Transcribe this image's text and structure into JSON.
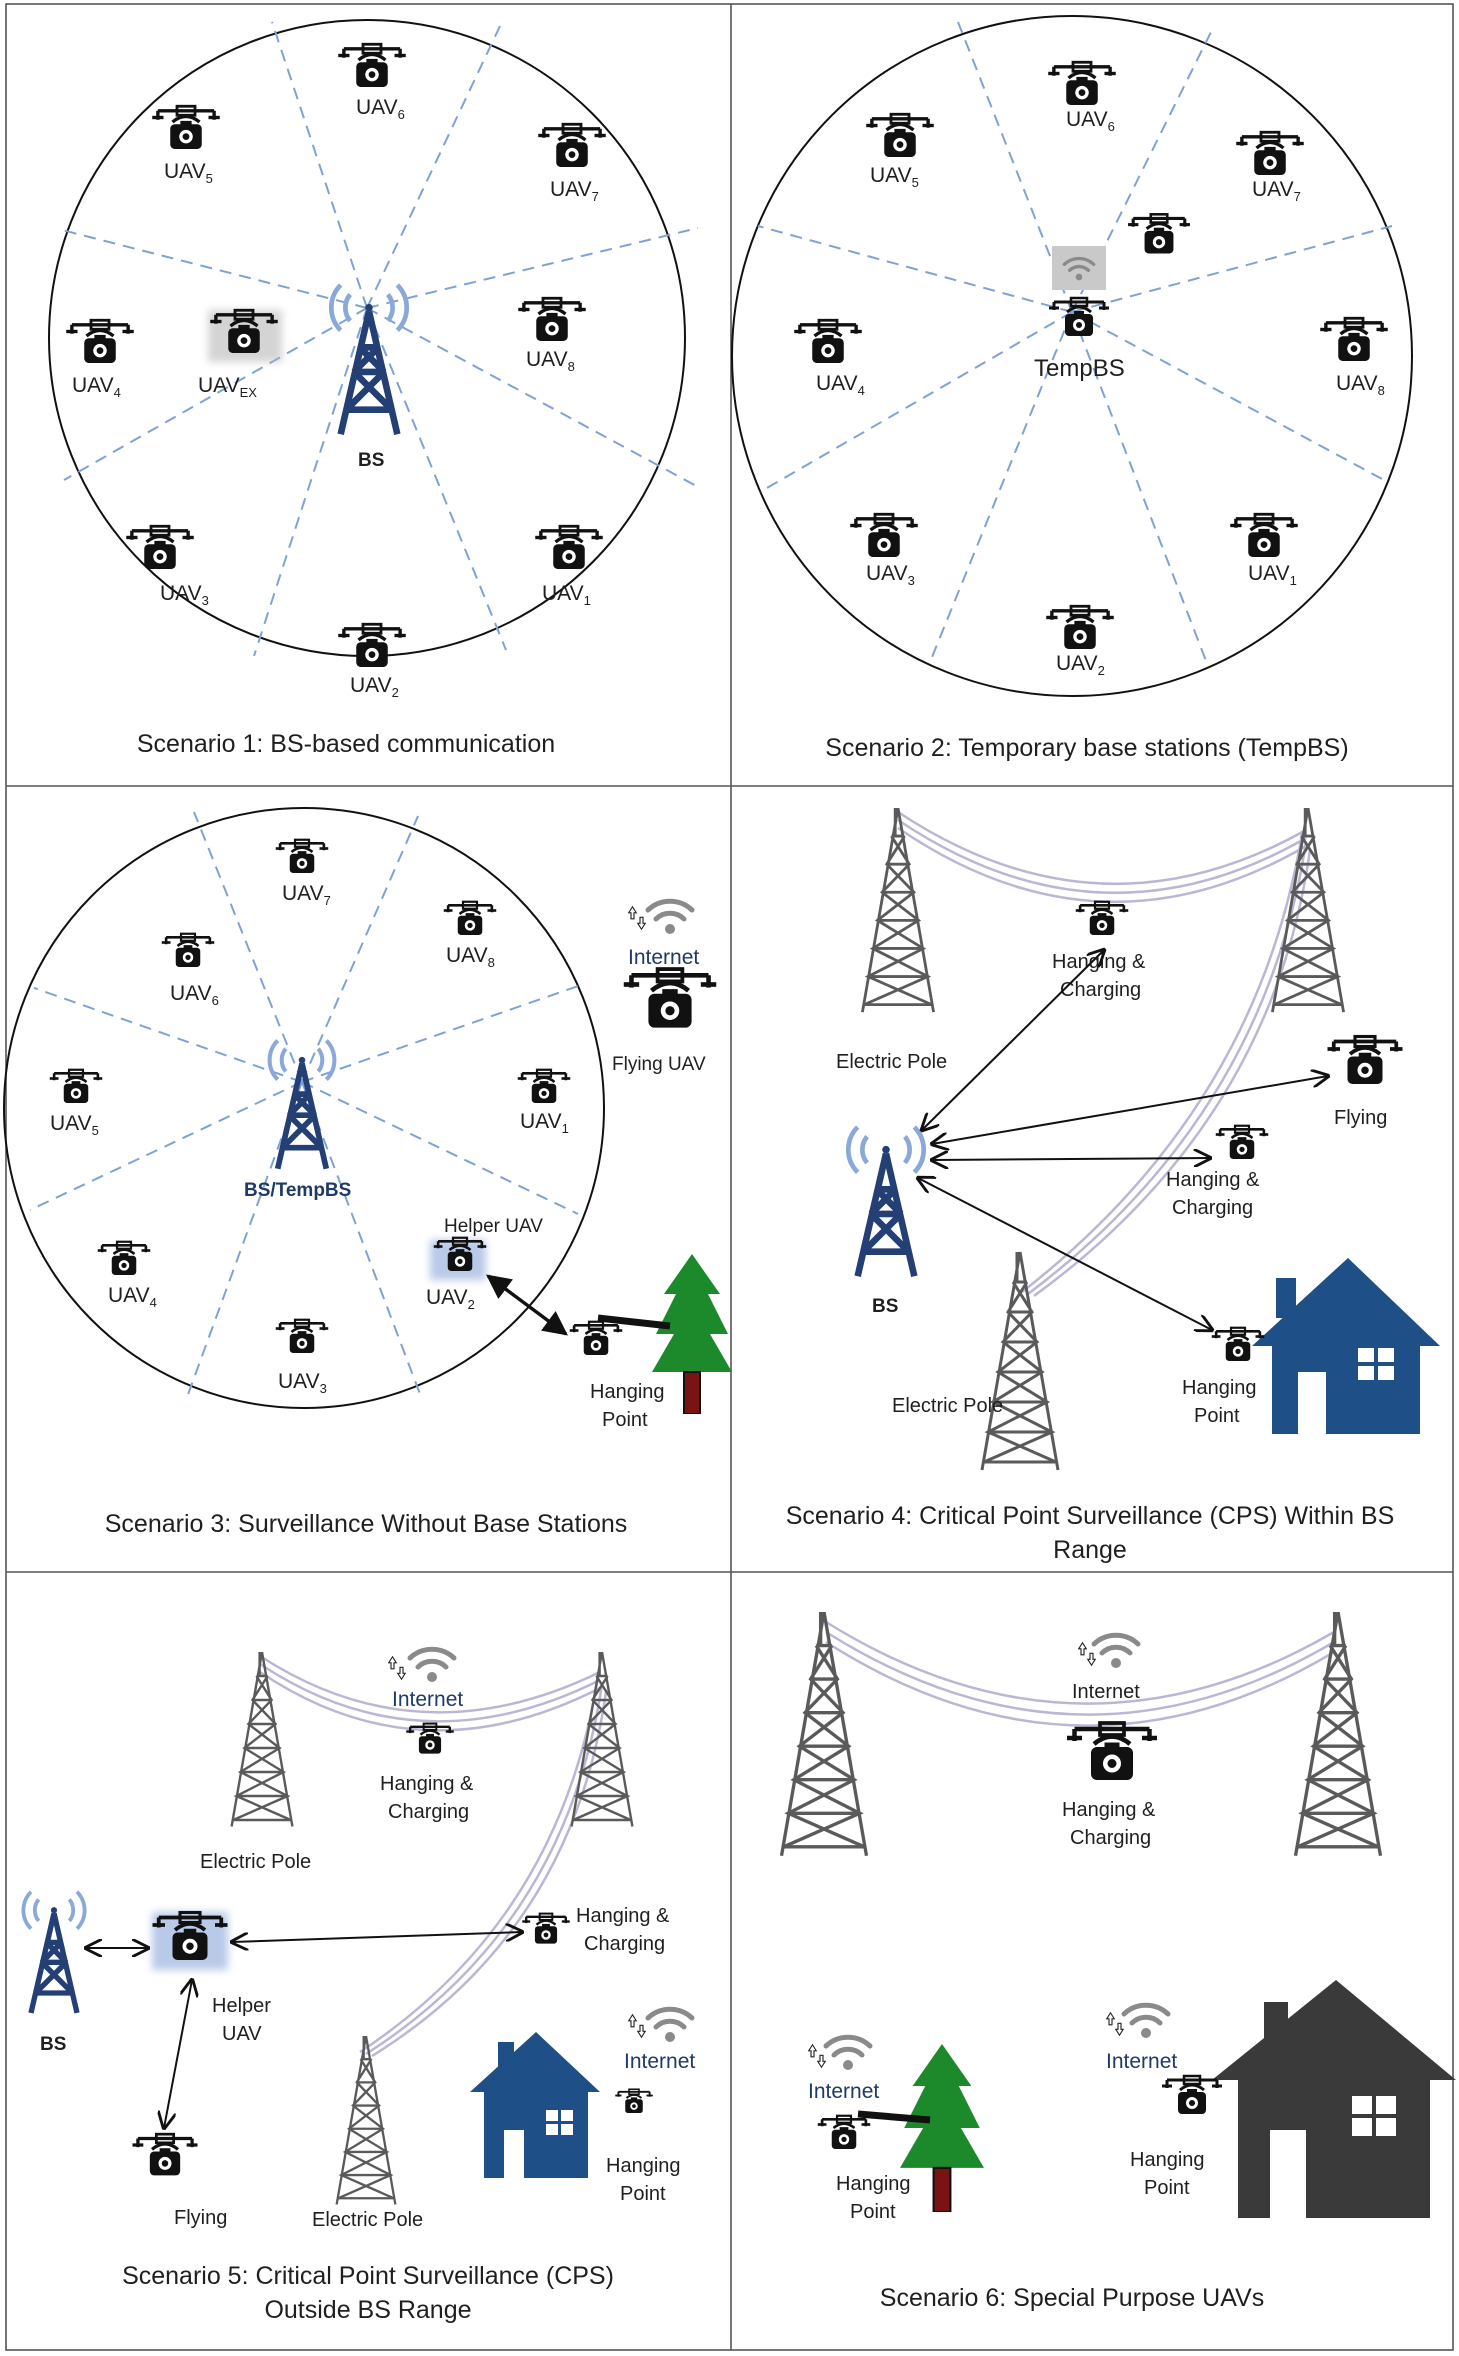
{
  "panels": {
    "s1": {
      "caption": "Scenario 1: BS-based communication",
      "bs_label": "BS",
      "uavs": [
        {
          "main": "UAV",
          "sub": "1"
        },
        {
          "main": "UAV",
          "sub": "2"
        },
        {
          "main": "UAV",
          "sub": "3"
        },
        {
          "main": "UAV",
          "sub": "4"
        },
        {
          "main": "UAV",
          "sub": "5"
        },
        {
          "main": "UAV",
          "sub": "6"
        },
        {
          "main": "UAV",
          "sub": "7"
        },
        {
          "main": "UAV",
          "sub": "8"
        },
        {
          "main": "UAV",
          "sub": "EX"
        }
      ]
    },
    "s2": {
      "caption": "Scenario 2: Temporary base stations (TempBS)",
      "tempbs_label": "TempBS",
      "uavs": [
        {
          "main": "UAV",
          "sub": "1"
        },
        {
          "main": "UAV",
          "sub": "2"
        },
        {
          "main": "UAV",
          "sub": "3"
        },
        {
          "main": "UAV",
          "sub": "4"
        },
        {
          "main": "UAV",
          "sub": "5"
        },
        {
          "main": "UAV",
          "sub": "6"
        },
        {
          "main": "UAV",
          "sub": "7"
        },
        {
          "main": "UAV",
          "sub": "8"
        }
      ]
    },
    "s3": {
      "caption": "Scenario 3: Surveillance Without Base Stations",
      "bs_label": "BS/TempBS",
      "helper_label": "Helper UAV",
      "internet_label": "Internet",
      "flying_label": "Flying UAV",
      "hanging_line1": "Hanging",
      "hanging_line2": "Point",
      "uavs": [
        {
          "main": "UAV",
          "sub": "1"
        },
        {
          "main": "UAV",
          "sub": "2"
        },
        {
          "main": "UAV",
          "sub": "3"
        },
        {
          "main": "UAV",
          "sub": "4"
        },
        {
          "main": "UAV",
          "sub": "5"
        },
        {
          "main": "UAV",
          "sub": "6"
        },
        {
          "main": "UAV",
          "sub": "7"
        },
        {
          "main": "UAV",
          "sub": "8"
        }
      ]
    },
    "s4": {
      "caption_line1": "Scenario 4: Critical Point Surveillance (CPS) Within BS",
      "caption_line2": "Range",
      "bs_label": "BS",
      "pole_label": "Electric Pole",
      "hc_line1": "Hanging &",
      "hc_line2": "Charging",
      "flying_label": "Flying",
      "hp_line1": "Hanging",
      "hp_line2": "Point"
    },
    "s5": {
      "caption_line1": "Scenario 5: Critical Point Surveillance (CPS)",
      "caption_line2": "Outside BS Range",
      "bs_label": "BS",
      "internet_label": "Internet",
      "hc_line1": "Hanging &",
      "hc_line2": "Charging",
      "pole_label": "Electric Pole",
      "helper_line1": "Helper",
      "helper_line2": "UAV",
      "flying_label": "Flying",
      "hp_line1": "Hanging",
      "hp_line2": "Point"
    },
    "s6": {
      "caption": "Scenario 6: Special Purpose UAVs",
      "internet_label": "Internet",
      "hc_line1": "Hanging &",
      "hc_line2": "Charging",
      "hp_line1": "Hanging",
      "hp_line2": "Point"
    }
  },
  "colors": {
    "tower_blue": "#243f73",
    "dash_blue": "#7ea2d6",
    "house_blue": "#1e4f86",
    "house_dark": "#3a3a3a",
    "tree_green": "#1c8a2a",
    "trunk_red": "#7a1414",
    "pole_gray": "#5a5a5a",
    "wire_lavender": "#b9b7d4"
  }
}
